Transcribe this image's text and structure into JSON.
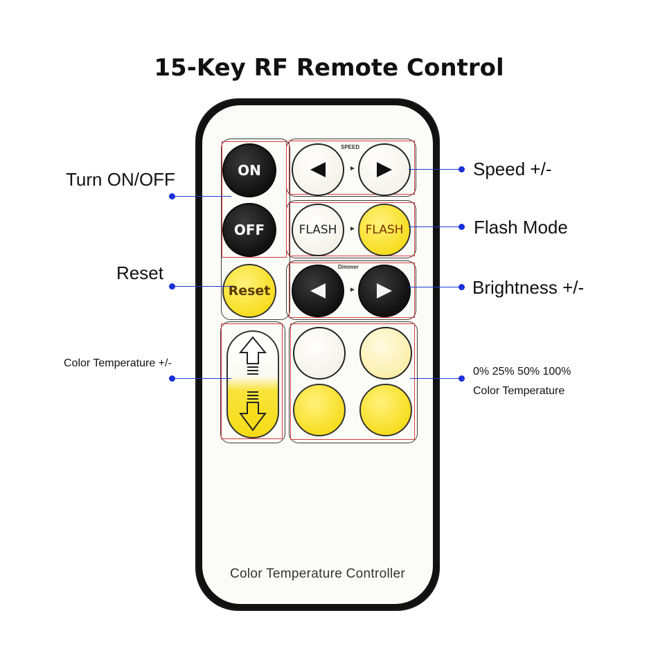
{
  "title": "15-Key RF Remote Control",
  "remote": {
    "footer_text": "Color Temperature Controller",
    "buttons": {
      "on": "ON",
      "off": "OFF",
      "reset": "Reset",
      "speed_caption": "SPEED",
      "dimmer_caption": "Dimmer",
      "flash_1": "FLASH",
      "flash_2": "FLASH"
    }
  },
  "callouts": {
    "turn_on_off": "Turn ON/OFF",
    "reset": "Reset",
    "color_temperature": "Color Temperature +/-",
    "speed": "Speed +/-",
    "flash_mode": "Flash Mode",
    "brightness": "Brightness +/-",
    "color_temp_levels_line1": "0% 25% 50% 100%",
    "color_temp_levels_line2": "Color Temperature"
  },
  "colors": {
    "callout_line": "#1f3bd0",
    "button_yellow": "#f7dc1c",
    "button_black": "#111111",
    "highlight_box": "#d93a3a"
  }
}
